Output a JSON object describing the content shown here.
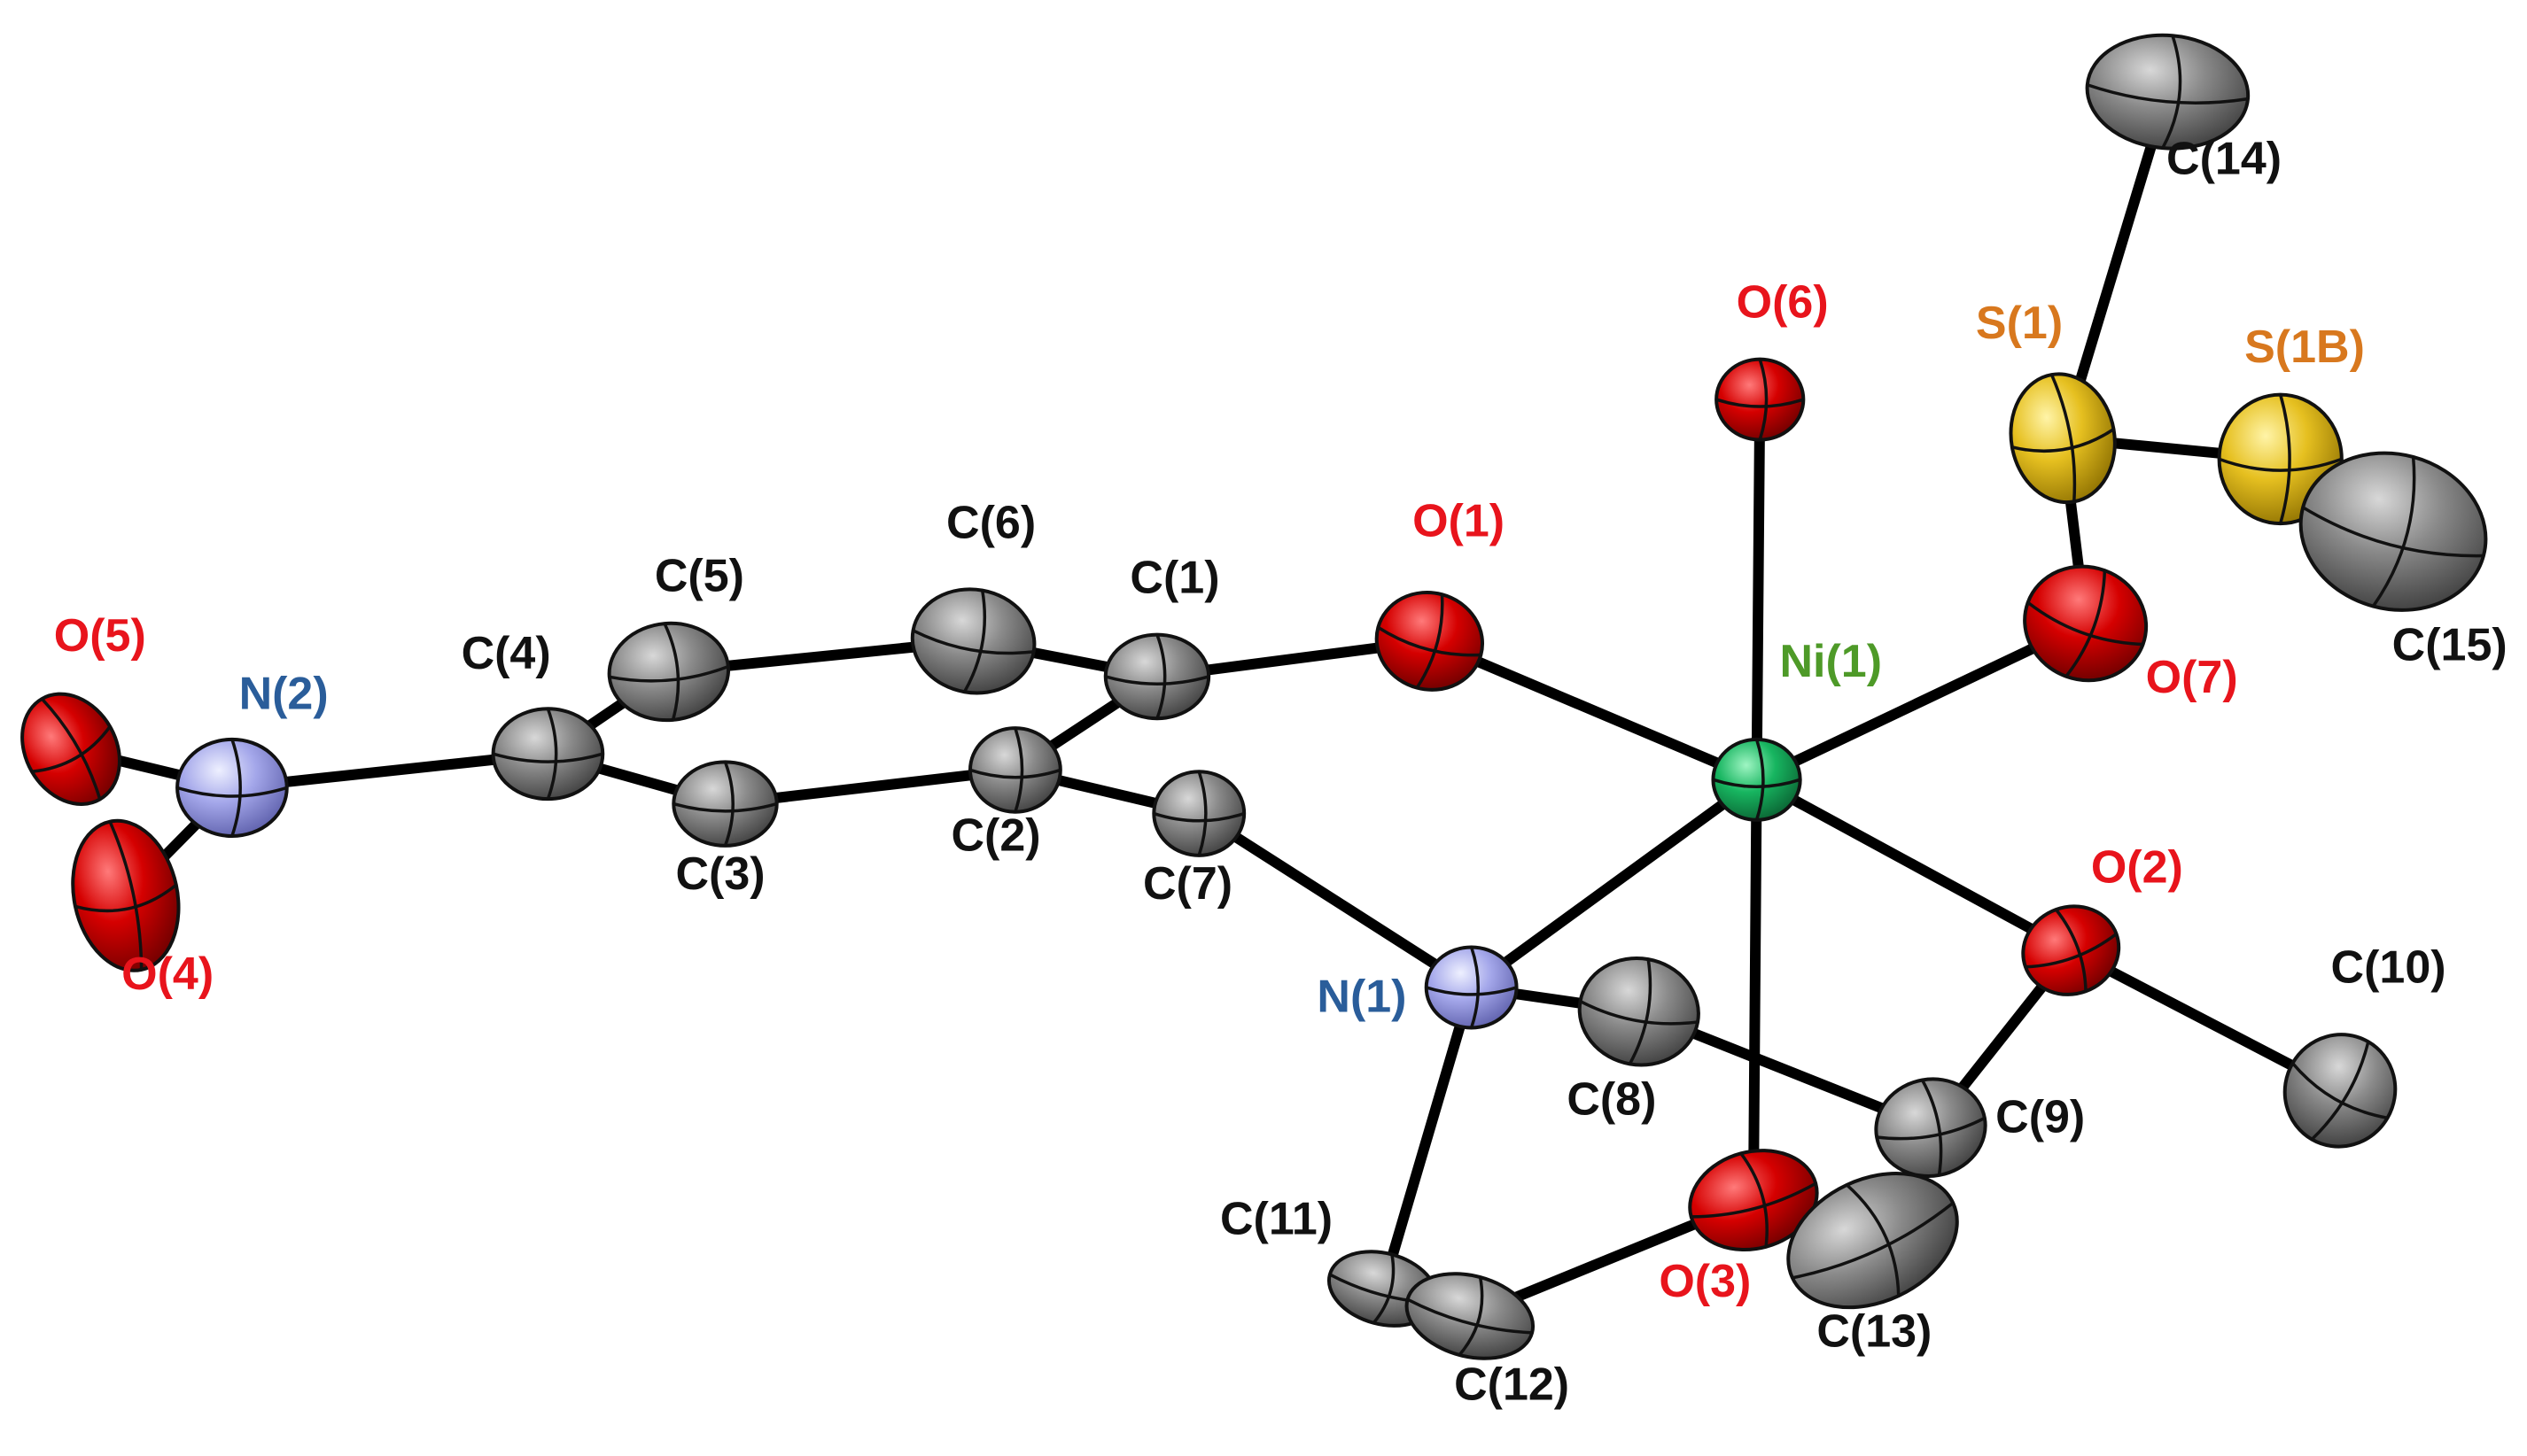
{
  "colors": {
    "background": "#ffffff",
    "bond": "#000000",
    "C": "#6e6e6e",
    "O": "#d50000",
    "N": "#9da0e6",
    "Ni": "#17b560",
    "S": "#e6c020",
    "label_C": "#111111",
    "label_O": "#e8141c",
    "label_N": "#2a5d9a",
    "label_Ni": "#4e9a28",
    "label_S": "#d8781e"
  },
  "atoms": [
    {
      "id": "Ni1",
      "element": "Ni",
      "label": "Ni(1)"
    },
    {
      "id": "O1",
      "element": "O",
      "label": "O(1)"
    },
    {
      "id": "O2",
      "element": "O",
      "label": "O(2)"
    },
    {
      "id": "O3",
      "element": "O",
      "label": "O(3)"
    },
    {
      "id": "O4",
      "element": "O",
      "label": "O(4)"
    },
    {
      "id": "O5",
      "element": "O",
      "label": "O(5)"
    },
    {
      "id": "O6",
      "element": "O",
      "label": "O(6)"
    },
    {
      "id": "O7",
      "element": "O",
      "label": "O(7)"
    },
    {
      "id": "N1",
      "element": "N",
      "label": "N(1)"
    },
    {
      "id": "N2",
      "element": "N",
      "label": "N(2)"
    },
    {
      "id": "S1",
      "element": "S",
      "label": "S(1)"
    },
    {
      "id": "S1B",
      "element": "S",
      "label": "S(1B)"
    },
    {
      "id": "C1",
      "element": "C",
      "label": "C(1)"
    },
    {
      "id": "C2",
      "element": "C",
      "label": "C(2)"
    },
    {
      "id": "C3",
      "element": "C",
      "label": "C(3)"
    },
    {
      "id": "C4",
      "element": "C",
      "label": "C(4)"
    },
    {
      "id": "C5",
      "element": "C",
      "label": "C(5)"
    },
    {
      "id": "C6",
      "element": "C",
      "label": "C(6)"
    },
    {
      "id": "C7",
      "element": "C",
      "label": "C(7)"
    },
    {
      "id": "C8",
      "element": "C",
      "label": "C(8)"
    },
    {
      "id": "C9",
      "element": "C",
      "label": "C(9)"
    },
    {
      "id": "C10",
      "element": "C",
      "label": "C(10)"
    },
    {
      "id": "C11",
      "element": "C",
      "label": "C(11)"
    },
    {
      "id": "C12",
      "element": "C",
      "label": "C(12)"
    },
    {
      "id": "C13",
      "element": "C",
      "label": "C(13)"
    },
    {
      "id": "C14",
      "element": "C",
      "label": "C(14)"
    },
    {
      "id": "C15",
      "element": "C",
      "label": "C(15)"
    }
  ],
  "bonds": [
    [
      "N2",
      "O5"
    ],
    [
      "N2",
      "O4"
    ],
    [
      "N2",
      "C4"
    ],
    [
      "C4",
      "C5"
    ],
    [
      "C4",
      "C3"
    ],
    [
      "C5",
      "C6"
    ],
    [
      "C3",
      "C2"
    ],
    [
      "C6",
      "C1"
    ],
    [
      "C2",
      "C1"
    ],
    [
      "C1",
      "O1"
    ],
    [
      "C2",
      "C7"
    ],
    [
      "C7",
      "N1"
    ],
    [
      "O1",
      "Ni1"
    ],
    [
      "O6",
      "Ni1"
    ],
    [
      "O7",
      "Ni1"
    ],
    [
      "O2",
      "Ni1"
    ],
    [
      "N1",
      "Ni1"
    ],
    [
      "O3",
      "Ni1"
    ],
    [
      "N1",
      "C8"
    ],
    [
      "C8",
      "C9"
    ],
    [
      "C9",
      "O2"
    ],
    [
      "O2",
      "C10"
    ],
    [
      "N1",
      "C11"
    ],
    [
      "C11",
      "C12"
    ],
    [
      "C12",
      "O3"
    ],
    [
      "O3",
      "C13"
    ],
    [
      "S1",
      "C14"
    ],
    [
      "S1",
      "O7"
    ],
    [
      "S1",
      "S1B"
    ],
    [
      "S1B",
      "C15"
    ]
  ]
}
